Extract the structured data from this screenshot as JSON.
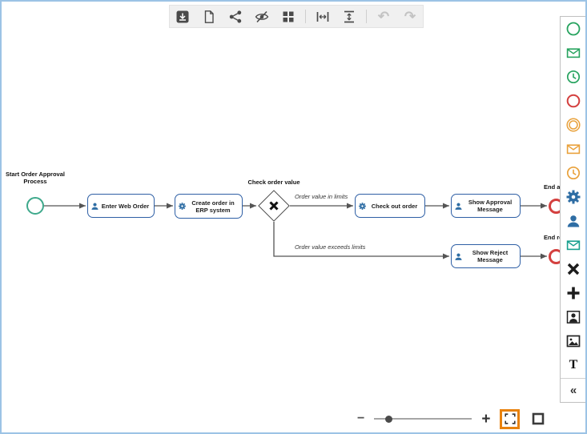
{
  "toolbar": {
    "buttons": [
      "download",
      "document",
      "share",
      "hide-preview",
      "grid",
      "fit-width",
      "fit-height",
      "undo",
      "redo"
    ],
    "undo_glyph": "↶",
    "redo_glyph": "↷"
  },
  "palette": {
    "items": [
      "start-event",
      "message-start-event",
      "timer-start-event",
      "end-event",
      "intermediate-event",
      "message-intermediate-event",
      "timer-intermediate-event",
      "service-task",
      "user-task",
      "message-task",
      "exclusive-gateway",
      "parallel-gateway",
      "participant",
      "image",
      "text",
      "collapse"
    ],
    "text_glyph": "T",
    "collapse_glyph": "«"
  },
  "diagram": {
    "start_event": {
      "label": "Start Order Approval Process"
    },
    "tasks": [
      {
        "label": "Enter Web Order",
        "type": "user"
      },
      {
        "label": "Create order in ERP system",
        "type": "service"
      },
      {
        "label": "Check out order",
        "type": "service"
      },
      {
        "label": "Show Approval Message",
        "type": "user"
      },
      {
        "label": "Show Reject Message",
        "type": "user"
      }
    ],
    "gateway": {
      "label": "Check order value"
    },
    "flow_labels": {
      "in_limits": "Order value in limits",
      "exceeds": "Order value exceeds limits"
    },
    "end_events": [
      {
        "label": "End ap"
      },
      {
        "label": "End re"
      }
    ]
  },
  "zoom_controls": {
    "minus_glyph": "−",
    "plus_glyph": "+",
    "zoom_percent": 18
  },
  "colors": {
    "accent_orange": "#e8820e",
    "task_blue": "#2e5fa5",
    "icon_blue": "#2e6da4",
    "start_green": "#3fa98c",
    "end_red": "#d4403f",
    "palette_green": "#27a35f",
    "palette_orange": "#e9a13b",
    "palette_teal": "#18a08f",
    "flow_gray": "#555555"
  }
}
